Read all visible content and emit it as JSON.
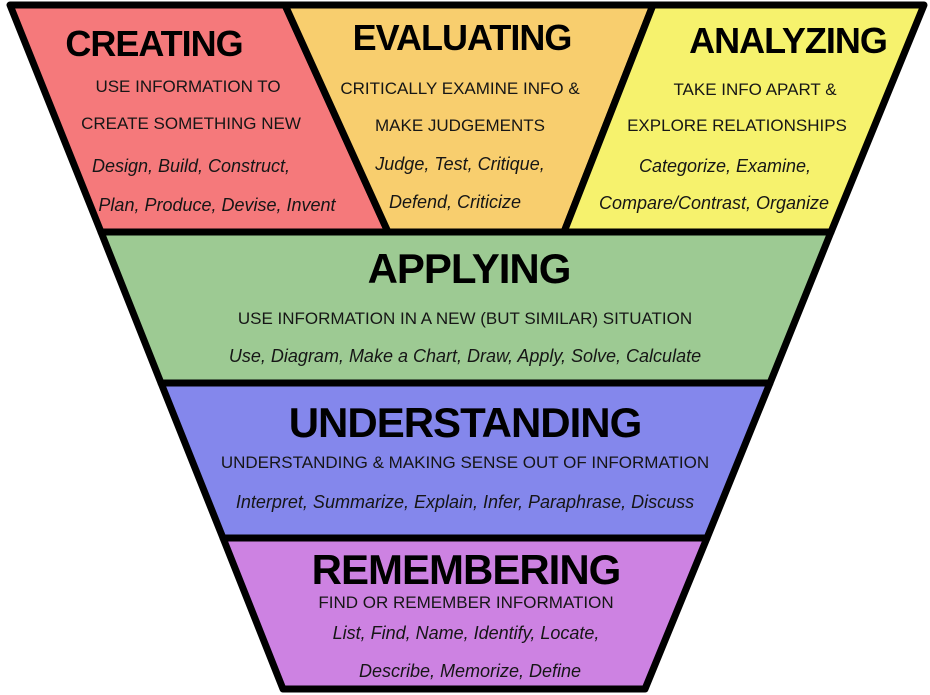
{
  "diagram": {
    "background": "#ffffff",
    "outline": "#000000",
    "sections": [
      {
        "id": "creating",
        "heading": "CREATING",
        "color": "#f5797b",
        "description": [
          "USE INFORMATION TO",
          "CREATE SOMETHING NEW"
        ],
        "verbs": [
          "Design, Build, Construct,",
          "Plan, Produce, Devise, Invent"
        ]
      },
      {
        "id": "evaluating",
        "heading": "EVALUATING",
        "color": "#f8ce6e",
        "description": [
          "CRITICALLY EXAMINE INFO &",
          "MAKE JUDGEMENTS"
        ],
        "verbs": [
          "Judge, Test, Critique,",
          "Defend, Criticize"
        ]
      },
      {
        "id": "analyzing",
        "heading": "ANALYZING",
        "color": "#f6f26d",
        "description": [
          "TAKE INFO APART &",
          "EXPLORE RELATIONSHIPS"
        ],
        "verbs": [
          "Categorize, Examine,",
          "Compare/Contrast, Organize"
        ]
      },
      {
        "id": "applying",
        "heading": "APPLYING",
        "color": "#9dca93",
        "description": [
          "USE INFORMATION IN A NEW (BUT SIMILAR) SITUATION"
        ],
        "verbs": [
          "Use, Diagram, Make a Chart, Draw, Apply, Solve, Calculate"
        ]
      },
      {
        "id": "understanding",
        "heading": "UNDERSTANDING",
        "color": "#8487ec",
        "description": [
          "UNDERSTANDING & MAKING SENSE OUT OF INFORMATION"
        ],
        "verbs": [
          "Interpret, Summarize, Explain, Infer, Paraphrase, Discuss"
        ]
      },
      {
        "id": "remembering",
        "heading": "REMEMBERING",
        "color": "#cd82e2",
        "description": [
          "FIND OR REMEMBER INFORMATION"
        ],
        "verbs": [
          "List, Find, Name, Identify, Locate,",
          "Describe, Memorize, Define"
        ]
      }
    ]
  }
}
